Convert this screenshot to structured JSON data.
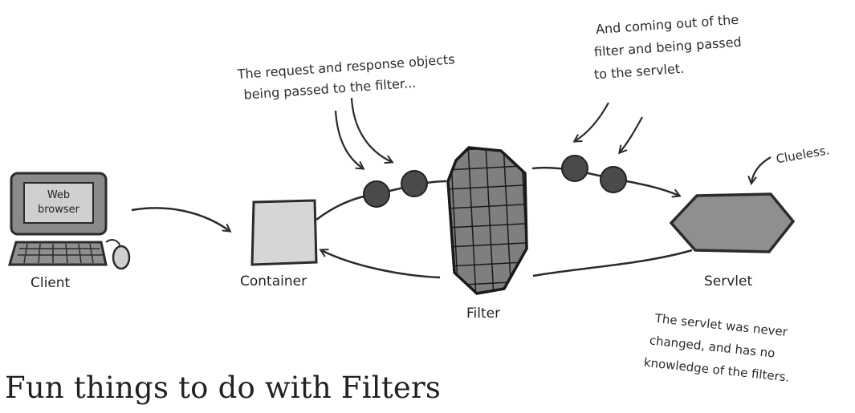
{
  "labels": {
    "client": "Client",
    "container": "Container",
    "filter": "Filter",
    "servlet": "Servlet",
    "screen_line1": "Web",
    "screen_line2": "browser"
  },
  "annotations": {
    "request_objects": [
      "The request and response objects",
      "being passed to the filter..."
    ],
    "coming_out": [
      "And coming out of the",
      "filter and being passed",
      "to the servlet."
    ],
    "clueless": "Clueless.",
    "servlet_note": [
      "The servlet was never",
      "changed, and has no",
      "knowledge of the filters."
    ]
  },
  "heading": "Fun things to do with Filters",
  "colors": {
    "ink": "#2b2b2b",
    "dot": "#4a4a4a",
    "filter_fill": "#7a7a7a",
    "servlet_fill": "#8f8f8f",
    "container_fill": "#d6d6d6",
    "monitor_fill": "#8a8a8a",
    "screen_fill": "#cfcfcf"
  }
}
